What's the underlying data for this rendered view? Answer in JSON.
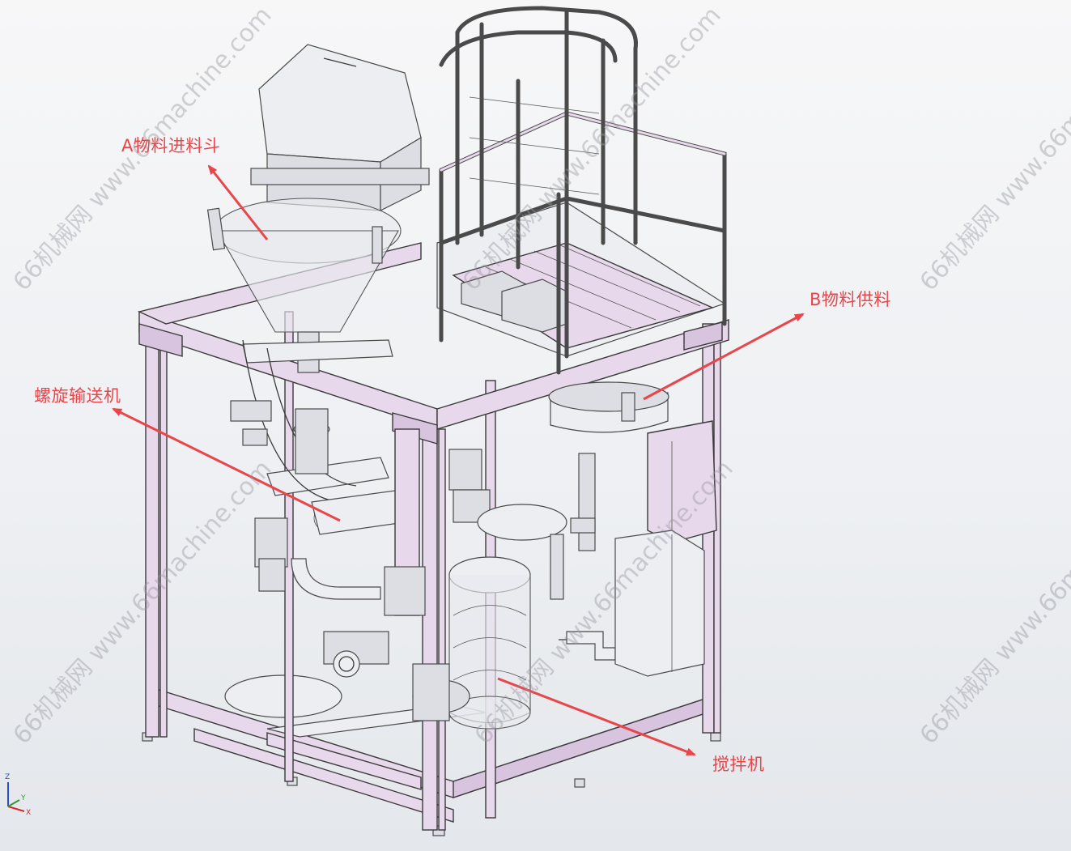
{
  "labels": {
    "hopper": "A物料进料斗",
    "b_feed": "B物料供料",
    "screw": "螺旋输送机",
    "mixer": "搅拌机"
  },
  "watermark": {
    "text": "66机械网 www.66machine.com"
  },
  "triad": {
    "z": "Z",
    "x": "X",
    "y": "Y"
  },
  "colors": {
    "arrow": "#e8464a",
    "frame": "#e8d8ec",
    "outline": "#3a3a3a"
  }
}
